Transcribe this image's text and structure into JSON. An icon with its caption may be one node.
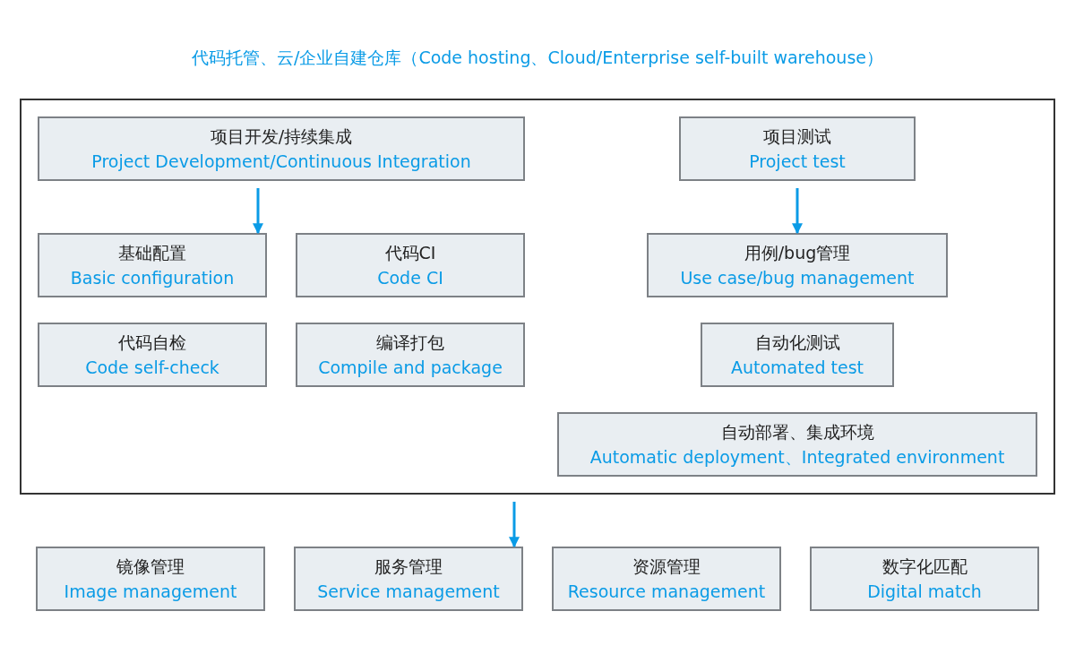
{
  "diagram": {
    "nodes": [
      {
        "text": [
          "代码托管、云/企业自建仓库（Code hosting、Cloud/Enterprise self-built warehouse）"
        ]
      },
      {
        "text": [
          "项目开发/持续集成",
          "Project Development/Continuous Integration"
        ],
        "in": 0
      },
      {
        "text": [
          "基础配置",
          "Basic configuration"
        ],
        "in": 0
      },
      {
        "text": [
          "代码CI",
          "Code CI"
        ],
        "in": 0
      },
      {
        "text": [
          "代码自检",
          "Code self-check"
        ],
        "in": 0
      },
      {
        "text": [
          "编译打包",
          "Compile and package"
        ],
        "in": 0
      },
      {
        "text": [
          "项目测试",
          "Project test"
        ],
        "in": 0
      },
      {
        "text": [
          "用例/bug管理",
          "Use case/bug management"
        ],
        "in": 0
      },
      {
        "text": [
          "自动化测试",
          "Automated test"
        ],
        "in": 0
      },
      {
        "text": [
          "自动部署、集成环境",
          "Automatic deployment、Integrated environment"
        ],
        "in": 0
      },
      {
        "text": [
          "镜像管理",
          "Image management"
        ]
      },
      {
        "text": [
          "服务管理",
          "Service management"
        ]
      },
      {
        "text": [
          "资源管理",
          "Resource management"
        ]
      },
      {
        "text": [
          "数字化匹配",
          "Digital match"
        ]
      }
    ],
    "edges": [
      {
        "from": 1,
        "to": 2,
        "arrow": "to"
      },
      {
        "from": 6,
        "to": 7,
        "arrow": "to"
      },
      {
        "from": 0,
        "to": 11,
        "arrow": "to"
      }
    ]
  }
}
